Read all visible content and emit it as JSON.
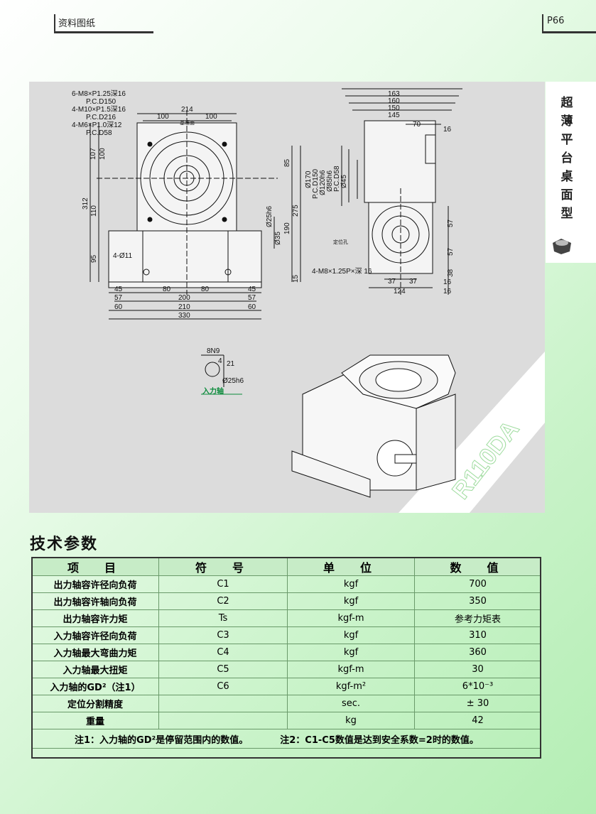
{
  "header": {
    "left_label": "资料图纸",
    "page_number": "P66"
  },
  "side_tab": {
    "title_chars": [
      "超",
      "薄",
      "平",
      "台",
      "桌",
      "面",
      "型"
    ]
  },
  "drawing": {
    "model_label": "R110DA",
    "front_view_callouts": [
      "6-M8×P1.25深16",
      "P.C.D150",
      "4-M10×P1.5深16",
      "P.C.D216",
      "4-M6×P1.0深12",
      "P.C.D58"
    ],
    "front_top_dims": [
      "214",
      "100",
      "100"
    ],
    "front_left_dims": [
      "107",
      "100",
      "312",
      "110",
      "95"
    ],
    "front_right_dims": [
      "85",
      "275",
      "190",
      "15"
    ],
    "front_bottom_dims": [
      "45",
      "80",
      "80",
      "45",
      "57",
      "200",
      "57",
      "60",
      "210",
      "60",
      "330"
    ],
    "front_misc": [
      "Ø25h6",
      "Ø35",
      "4-Ø11",
      "基准面"
    ],
    "side_top_dims": [
      "163",
      "160",
      "150",
      "145",
      "70",
      "16"
    ],
    "side_left_dims": [
      "Ø170",
      "P.C.D150",
      "Ø120h6",
      "Ø85h6",
      "P.C.D58",
      "Ø45"
    ],
    "side_right_dims": [
      "57",
      "57",
      "38",
      "16"
    ],
    "side_bottom_dims": [
      "37",
      "37",
      "124",
      "16"
    ],
    "side_misc": [
      "4-M8×1.25P×深 16",
      "定位孔"
    ],
    "key_dims": [
      "8N9",
      "4",
      "21",
      "Ø25h6"
    ],
    "key_label": "入力轴"
  },
  "section_title": "技术参数",
  "table": {
    "headers": [
      "项　目",
      "符　号",
      "单　位",
      "数　值"
    ],
    "rows": [
      [
        "出力轴容许径向负荷",
        "C1",
        "kgf",
        "700"
      ],
      [
        "出力轴容许轴向负荷",
        "C2",
        "kgf",
        "350"
      ],
      [
        "出力轴容许力矩",
        "Ts",
        "kgf-m",
        "参考力矩表"
      ],
      [
        "入力轴容许径向负荷",
        "C3",
        "kgf",
        "310"
      ],
      [
        "入力轴最大弯曲力矩",
        "C4",
        "kgf",
        "360"
      ],
      [
        "入力轴最大扭矩",
        "C5",
        "kgf-m",
        "30"
      ],
      [
        "入力轴的GD²（注1）",
        "C6",
        "kgf-m²",
        "6*10⁻³"
      ],
      [
        "定位分割精度",
        "",
        "sec.",
        "± 30"
      ],
      [
        "重量",
        "",
        "kg",
        "42"
      ]
    ],
    "note1": "注1：入力轴的GD²是停留范围内的数值。",
    "note2": "注2：C1-C5数值是达到安全系数=2时的数值。"
  }
}
